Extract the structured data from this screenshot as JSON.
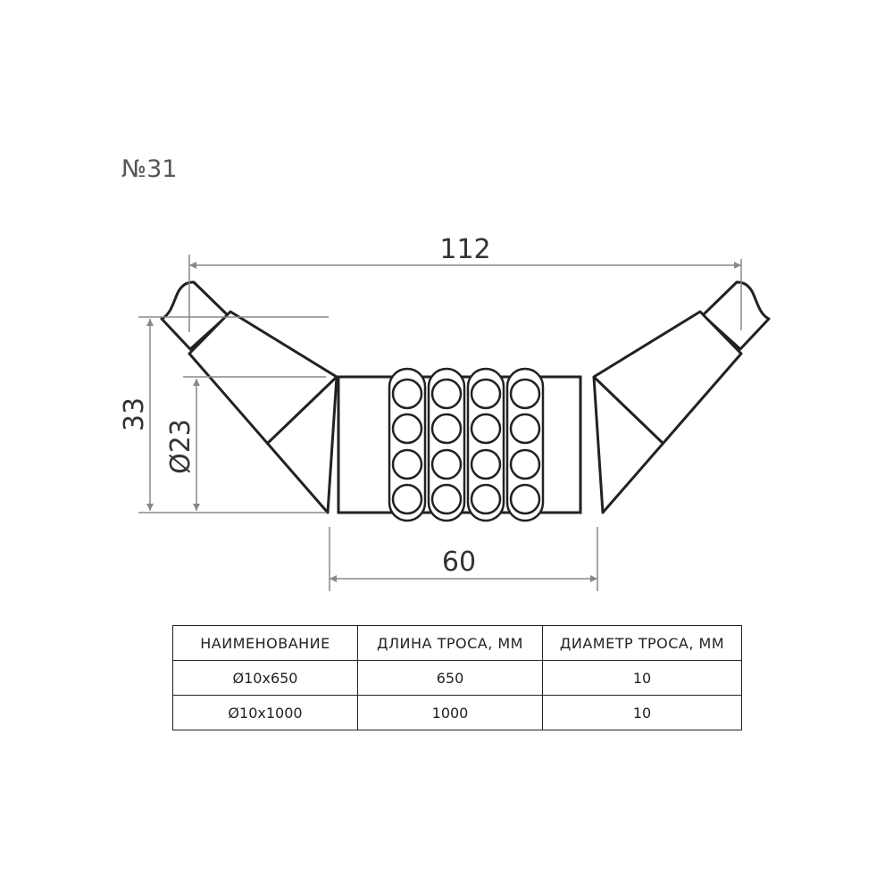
{
  "title": "№31",
  "dimensions": {
    "overall_width": "112",
    "height": "33",
    "diameter": "Ø23",
    "body_width": "60"
  },
  "table": {
    "headers": [
      "НАИМЕНОВАНИЕ",
      "ДЛИНА ТРОСА, ММ",
      "ДИАМЕТР ТРОСА, ММ"
    ],
    "rows": [
      [
        "Ø10x650",
        "650",
        "10"
      ],
      [
        "Ø10x1000",
        "1000",
        "10"
      ]
    ]
  },
  "colors": {
    "line": "#222222",
    "dimension": "#888888"
  }
}
